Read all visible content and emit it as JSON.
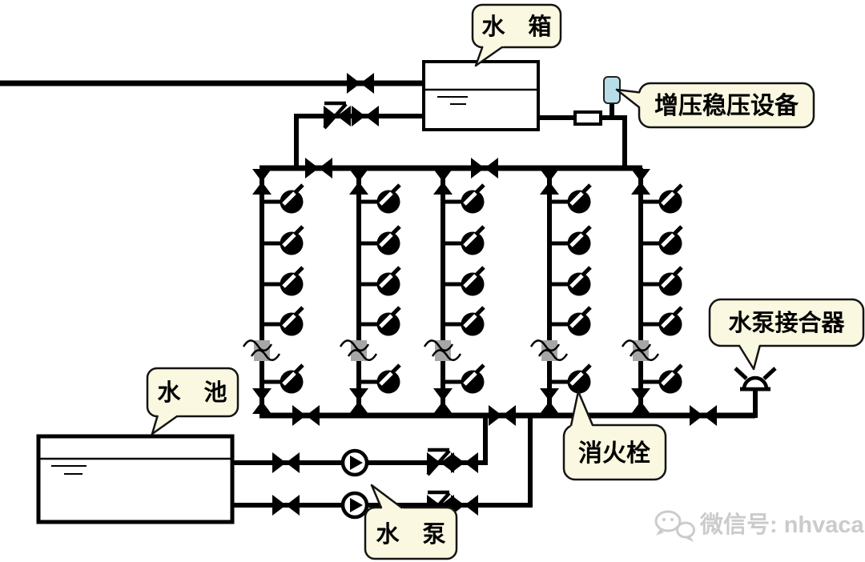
{
  "diagram": {
    "kind": "fire-hydrant-water-supply-system-schematic",
    "callouts": [
      {
        "id": "tank",
        "label": "水　箱"
      },
      {
        "id": "stabilizer",
        "label": "增压稳压设备"
      },
      {
        "id": "pump-adapter",
        "label": "水泵接合器"
      },
      {
        "id": "pool",
        "label": "水　池"
      },
      {
        "id": "hydrant",
        "label": "消火栓"
      },
      {
        "id": "pump",
        "label": "水　泵"
      }
    ],
    "symbols": {
      "risers": 5,
      "hydrant_rows_per_riser": 5,
      "fire_hydrants": 25,
      "gate_valves": 21,
      "check_valves": 3,
      "pumps": 2,
      "pump_adapters": 1,
      "pipe_break_marks": 5,
      "water_tanks": 1,
      "water_pools": 1,
      "pressure_stabilizers": 1
    },
    "colors": {
      "pipe": "#000000",
      "callout_fill": "#FAF8E0",
      "callout_border": "#141414",
      "stabilizer_fill": "#B7DEE8",
      "break_mark_fill": "#A6A6A6",
      "watermark": "#CBCBCB"
    }
  },
  "watermark": {
    "icon": "wechat-icon",
    "text": "微信号: nhvaca"
  }
}
